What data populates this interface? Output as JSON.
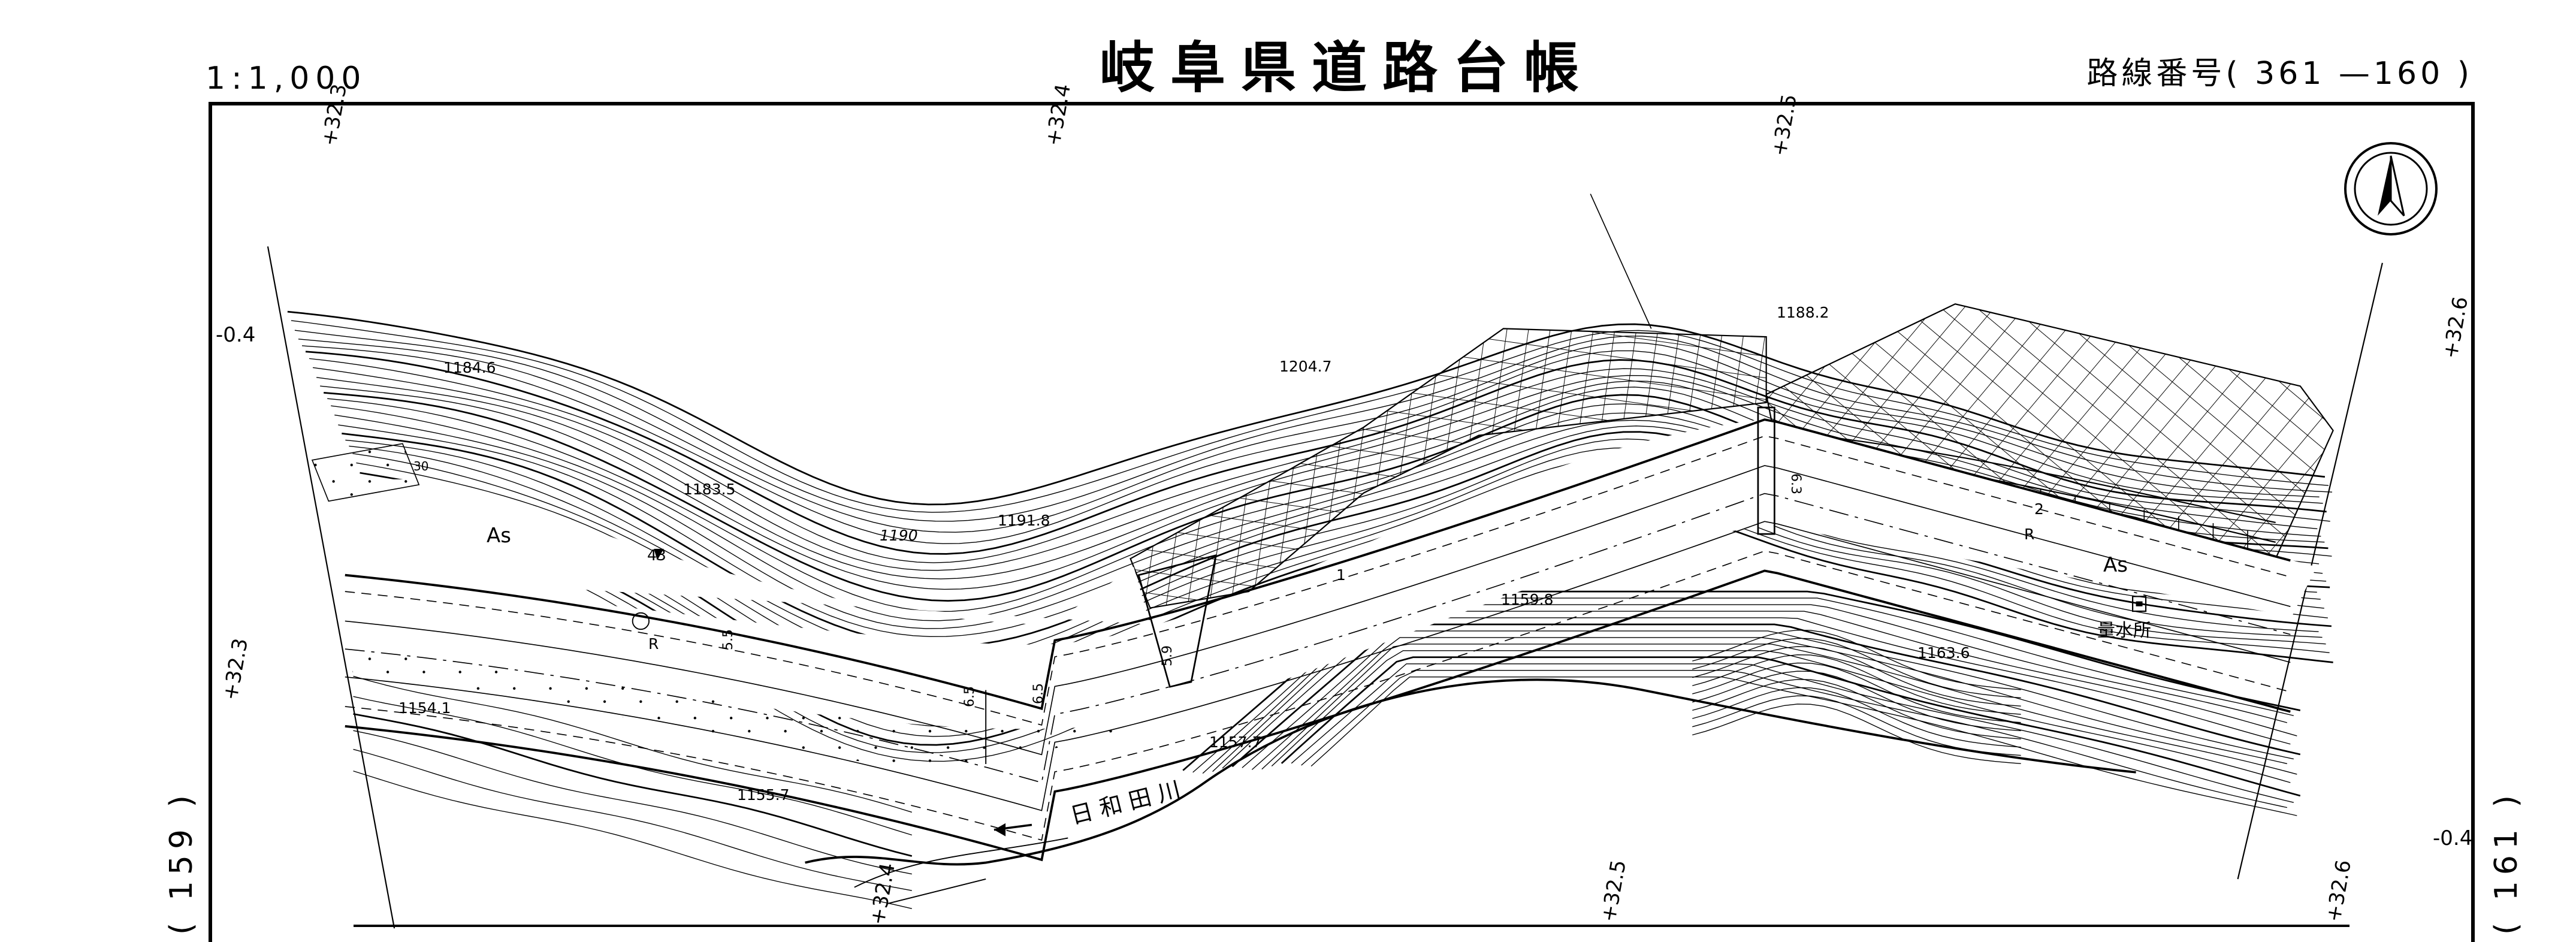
{
  "header": {
    "scale": "1:1,000",
    "title": "岐阜県道路台帳",
    "route_number": "路線番号( 361 —160 )"
  },
  "adjacent_sheets": {
    "left": "( 159 )",
    "right": "( 161 )"
  },
  "stations": {
    "top": [
      "+32.3",
      "+32.4",
      "+32.5"
    ],
    "bottom": [
      "+32.4",
      "+32.5",
      "+32.6"
    ],
    "left": [
      "-0.4",
      "+32.3"
    ],
    "right": [
      "+32.6",
      "-0.4"
    ]
  },
  "elevations": [
    "1184.6",
    "1183.5",
    "1191.8",
    "1190",
    "1204.7",
    "1188.2",
    "1159.8",
    "1163.6",
    "1157.7",
    "1155.7",
    "1154.1"
  ],
  "labels": {
    "surface_left": "As",
    "surface_right": "As",
    "r_left": "R",
    "r_right": "R",
    "marker": "43",
    "slope_num": "30",
    "lane_1": "1",
    "lane_2": "2",
    "river": "日和田川",
    "gauging_station": "量水所",
    "widths": [
      "5.5",
      "6.5",
      "6.5",
      "5.9",
      "6.3"
    ]
  },
  "icons": {
    "north": "north-arrow-icon"
  }
}
